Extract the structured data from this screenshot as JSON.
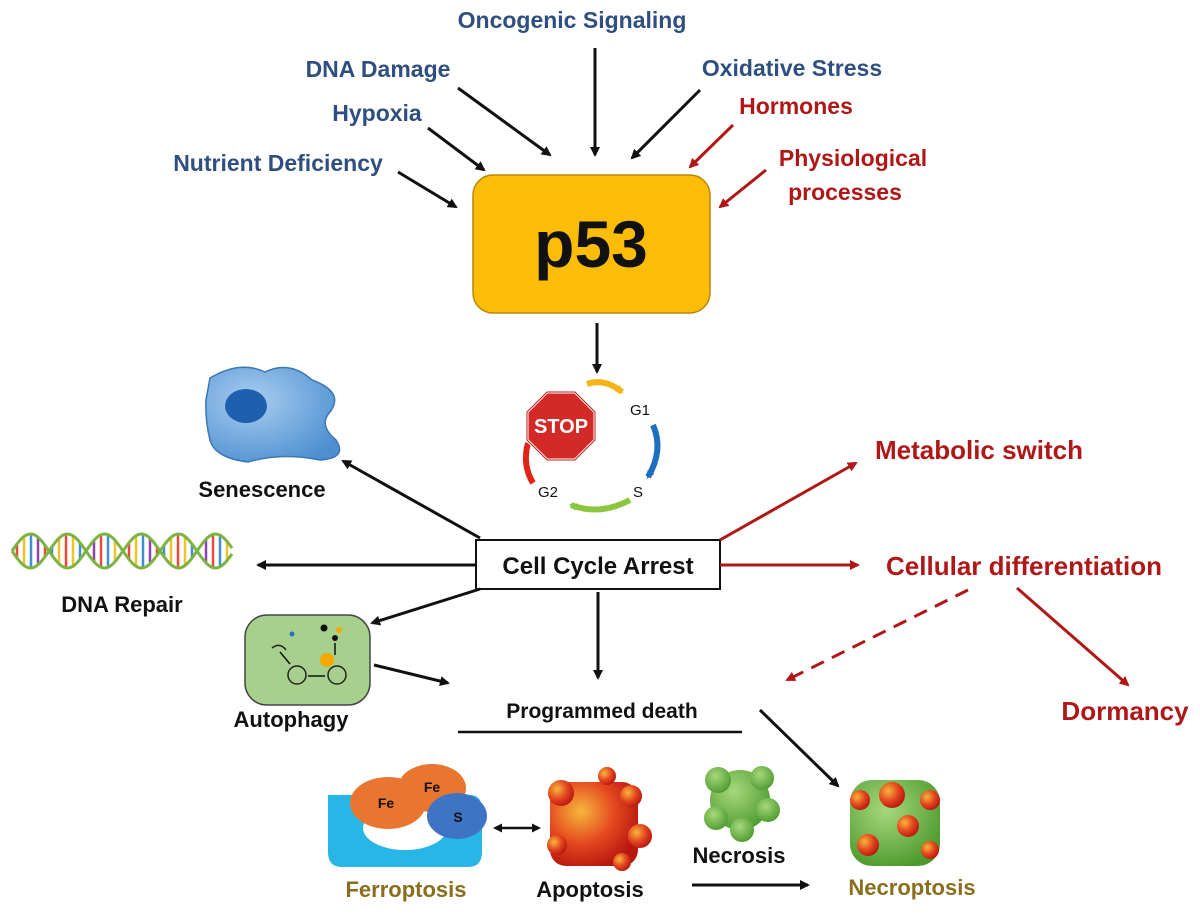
{
  "diagram": {
    "central_node": "p53",
    "stresses": {
      "oncogenic_signaling": "Oncogenic Signaling",
      "dna_damage": "DNA Damage",
      "oxidative_stress": "Oxidative Stress",
      "hypoxia": "Hypoxia",
      "nutrient_deficiency": "Nutrient Deficiency",
      "hormones": "Hormones",
      "physiological_line1": "Physiological",
      "physiological_line2": "processes"
    },
    "cell_cycle": {
      "stop_sign": "STOP",
      "g1": "G1",
      "s": "S",
      "g2": "G2",
      "arrest_label": "Cell Cycle Arrest"
    },
    "outcomes": {
      "senescence": "Senescence",
      "dna_repair": "DNA Repair",
      "autophagy": "Autophagy",
      "programmed_death": "Programmed death",
      "metabolic_switch": "Metabolic switch",
      "cellular_differentiation": "Cellular differentiation",
      "dormancy": "Dormancy"
    },
    "death_types": {
      "ferroptosis": "Ferroptosis",
      "apoptosis": "Apoptosis",
      "necrosis": "Necrosis",
      "necroptosis": "Necroptosis",
      "fe_label_1": "Fe",
      "fe_label_2": "Fe",
      "s_label": "S"
    },
    "colors": {
      "blue_text": "#2e4f7f",
      "red_text": "#b01717",
      "p53_box": "#fbbd08",
      "olive_text": "#8a6d1d"
    }
  }
}
